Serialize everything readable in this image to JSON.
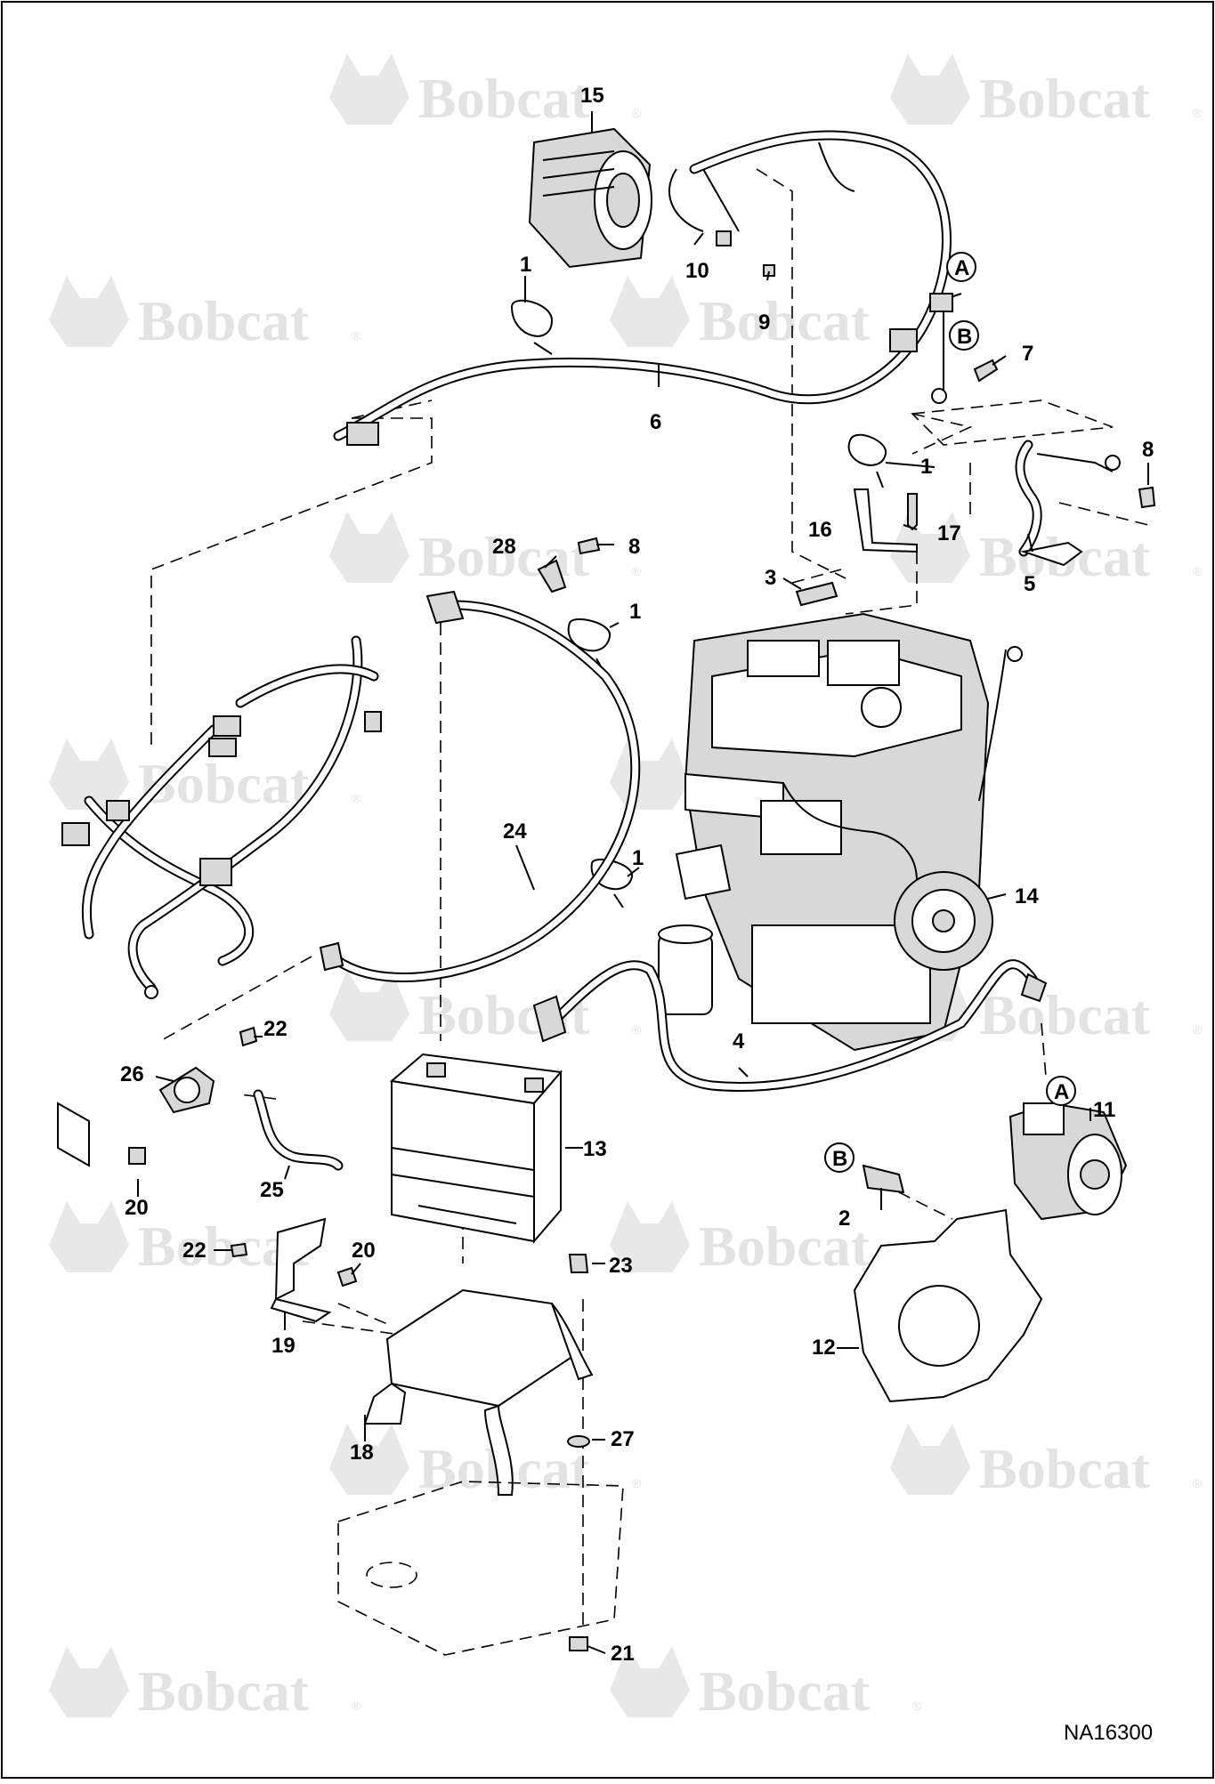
{
  "diagram": {
    "figure_id": "NA16300",
    "watermark": "Bobcat",
    "watermark_mark": "®",
    "callouts": [
      {
        "id": "15",
        "text": "15"
      },
      {
        "id": "10",
        "text": "10"
      },
      {
        "id": "9",
        "text": "9"
      },
      {
        "id": "1a",
        "text": "1"
      },
      {
        "id": "A1",
        "text": "A"
      },
      {
        "id": "B1",
        "text": "B"
      },
      {
        "id": "7",
        "text": "7"
      },
      {
        "id": "6",
        "text": "6"
      },
      {
        "id": "1b",
        "text": "1"
      },
      {
        "id": "8a",
        "text": "8"
      },
      {
        "id": "16",
        "text": "16"
      },
      {
        "id": "17",
        "text": "17"
      },
      {
        "id": "5",
        "text": "5"
      },
      {
        "id": "28",
        "text": "28"
      },
      {
        "id": "8b",
        "text": "8"
      },
      {
        "id": "3",
        "text": "3"
      },
      {
        "id": "1c",
        "text": "1"
      },
      {
        "id": "24",
        "text": "24"
      },
      {
        "id": "1d",
        "text": "1"
      },
      {
        "id": "14",
        "text": "14"
      },
      {
        "id": "22a",
        "text": "22"
      },
      {
        "id": "26",
        "text": "26"
      },
      {
        "id": "4",
        "text": "4"
      },
      {
        "id": "A2",
        "text": "A"
      },
      {
        "id": "11",
        "text": "11"
      },
      {
        "id": "13",
        "text": "13"
      },
      {
        "id": "B2",
        "text": "B"
      },
      {
        "id": "2",
        "text": "2"
      },
      {
        "id": "20a",
        "text": "20"
      },
      {
        "id": "25",
        "text": "25"
      },
      {
        "id": "22b",
        "text": "22"
      },
      {
        "id": "20b",
        "text": "20"
      },
      {
        "id": "23",
        "text": "23"
      },
      {
        "id": "19",
        "text": "19"
      },
      {
        "id": "12",
        "text": "12"
      },
      {
        "id": "18",
        "text": "18"
      },
      {
        "id": "27",
        "text": "27"
      },
      {
        "id": "21",
        "text": "21"
      }
    ]
  }
}
